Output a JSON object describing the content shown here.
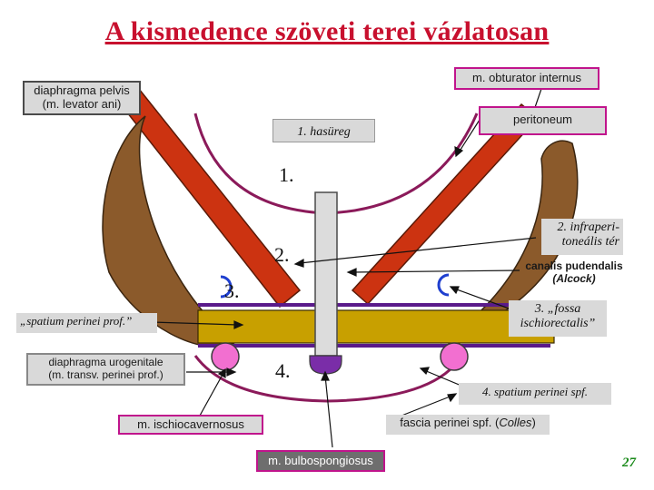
{
  "title": "A kismedence szöveti terei vázlatosan",
  "labels": {
    "diaphragma_pelvis_line1": "diaphragma pelvis",
    "diaphragma_pelvis_line2": "(m. levator ani)",
    "obturator_internus": "m. obturator internus",
    "peritoneum": "peritoneum",
    "hasureg": "1. hasüreg",
    "infraperitonealis_line1": "2. infraperi-",
    "infraperitonealis_line2": "toneális tér",
    "canalis_line1": "canalis pudendalis",
    "canalis_line2": "(Alcock)",
    "fossa_line1": "3. „fossa",
    "fossa_line2": "ischiorectalis”",
    "spatium_prof": "„spatium perinei prof.”",
    "uro_line1": "diaphragma urogenitale",
    "uro_line2": "(m. transv. perinei prof.)",
    "ischiocavernosus": "m. ischiocavernosus",
    "spatium_spf": "4. spatium perinei spf.",
    "fascia_prefix": "fascia perinei spf. (",
    "fascia_italic": "Colles",
    "fascia_suffix": ")",
    "bulbospongiosus": "m. bulbospongiosus"
  },
  "numbers": {
    "n1": "1.",
    "n2": "2.",
    "n3": "3.",
    "n4": "4."
  },
  "page_number": "27",
  "colors": {
    "title": "#c8102e",
    "muscle_brown": "#8b5a2b",
    "levator_red": "#cc3311",
    "fascia_purple": "#8b1a5a",
    "urogenital_gold": "#c8a000",
    "ischiocavernosus_pink": "#f26fd0",
    "bulbospongiosus_purple": "#7a2da8",
    "canal_blue": "#1f3fcf",
    "label_box_gray": "#d9d9d9",
    "magenta_border": "#c0148c"
  }
}
